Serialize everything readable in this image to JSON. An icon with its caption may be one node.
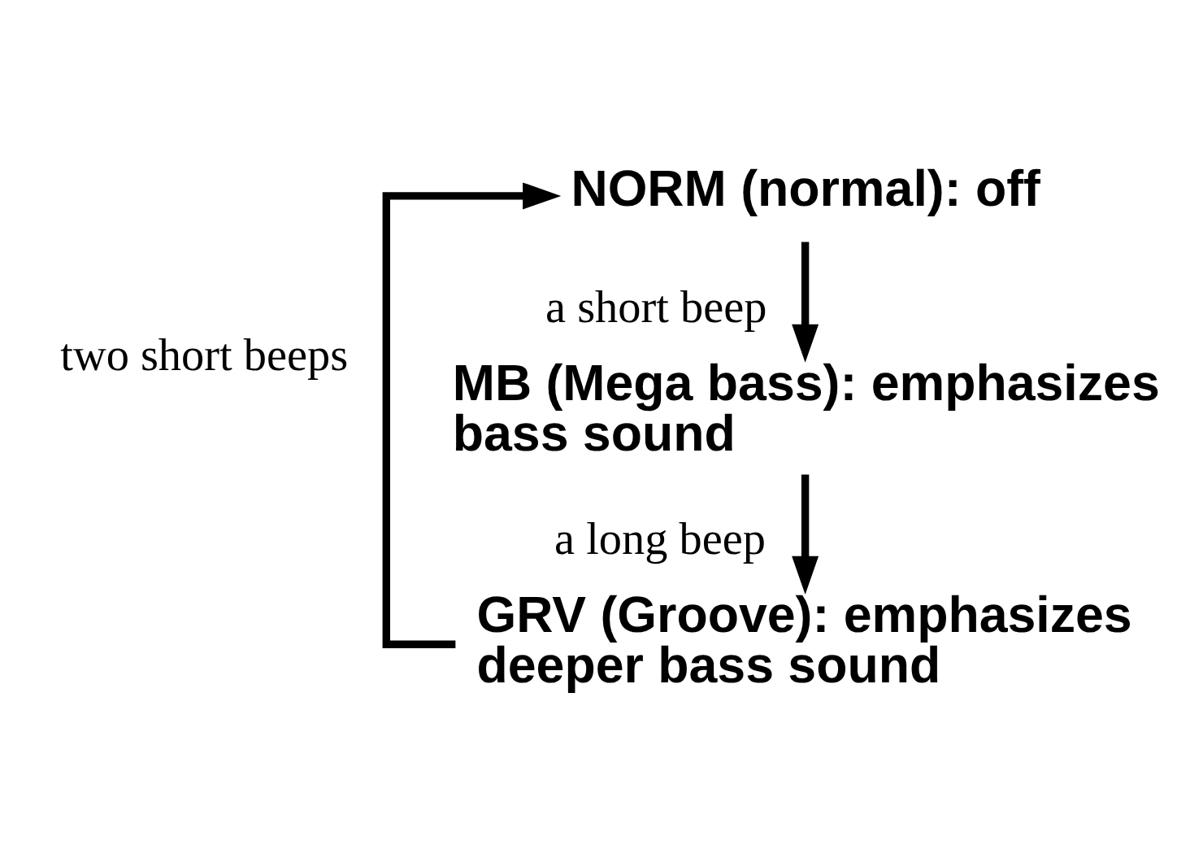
{
  "diagram": {
    "nodes": [
      {
        "text": [
          "NORM (normal): off"
        ]
      },
      {
        "text": [
          "MB (Mega bass): emphasizes bass sound"
        ]
      },
      {
        "text": [
          "GRV (Groove): emphasizes deeper bass sound"
        ]
      }
    ],
    "edges": [
      {
        "from": 0,
        "to": 1,
        "arrow": "to",
        "label": "a short beep"
      },
      {
        "from": 1,
        "to": 2,
        "arrow": "to",
        "label": "a long beep"
      },
      {
        "from": 2,
        "to": 0,
        "arrow": "to",
        "label": "two short beeps"
      }
    ]
  }
}
